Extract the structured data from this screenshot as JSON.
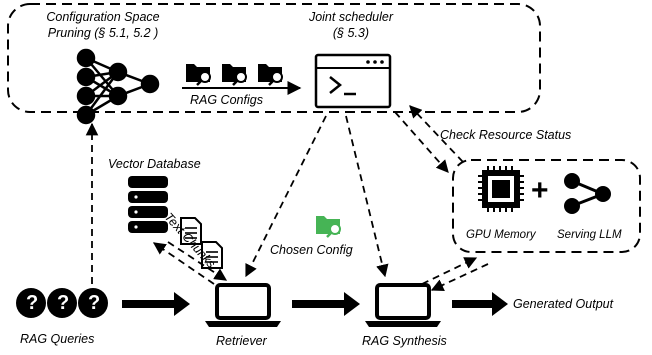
{
  "top_box": {
    "pruning_title_line1": "Configuration Space",
    "pruning_title_line2": "Pruning (§ 5.1, 5.2 )",
    "scheduler_title_line1": "Joint scheduler",
    "scheduler_title_line2": "(§ 5.3)",
    "rag_configs_label": "RAG Configs"
  },
  "labels": {
    "check_resource_status": "Check Resource Status",
    "vector_database": "Vector Database",
    "text_chunks": "Text Chunks",
    "chosen_config": "Chosen Config",
    "generated_output": "Generated Output",
    "rag_queries": "RAG Queries",
    "retriever": "Retriever",
    "rag_synthesis": "RAG Synthesis"
  },
  "resource_box": {
    "gpu_memory": "GPU Memory",
    "serving_llm": "Serving LLM",
    "plus_symbol": "+"
  },
  "query_icons": [
    "?",
    "?",
    "?"
  ],
  "colors": {
    "accent_green": "#46b455",
    "ink": "#000000"
  }
}
